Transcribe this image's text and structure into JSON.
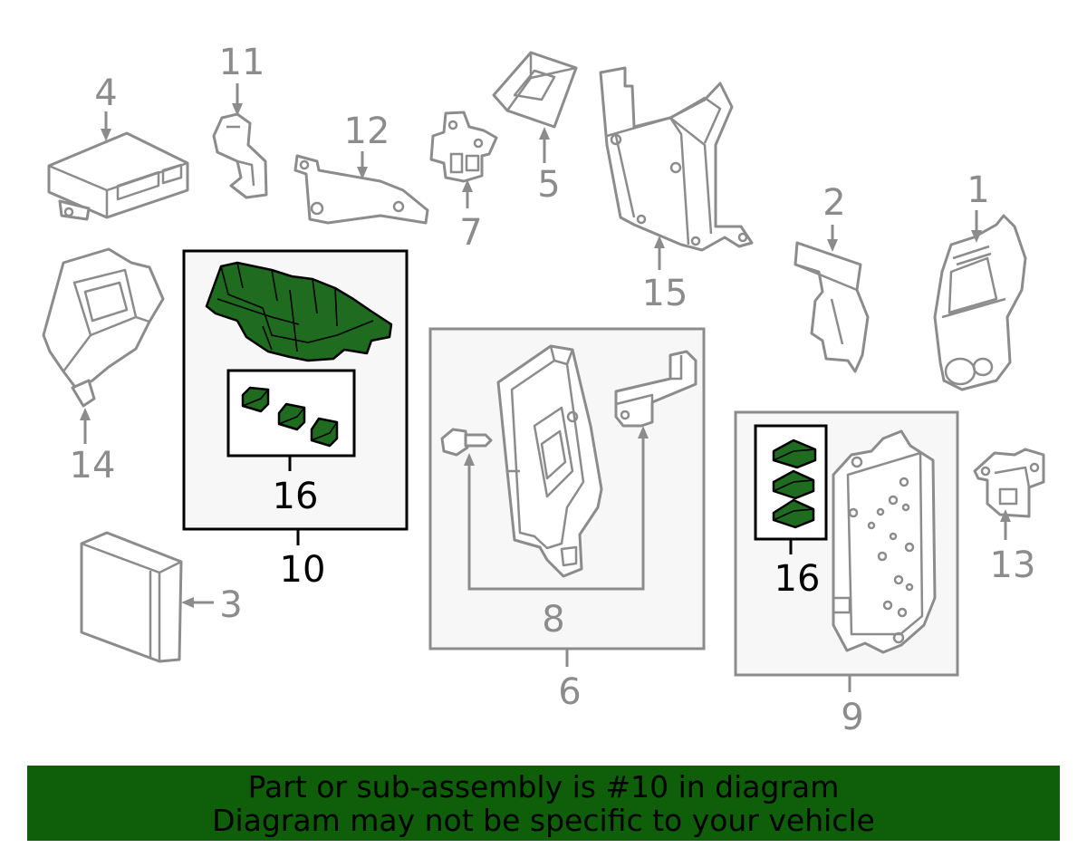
{
  "diagram": {
    "callouts": {
      "c1": "1",
      "c2": "2",
      "c3": "3",
      "c4": "4",
      "c5": "5",
      "c6": "6",
      "c7": "7",
      "c8": "8",
      "c9": "9",
      "c10": "10",
      "c11": "11",
      "c12": "12",
      "c13": "13",
      "c14": "14",
      "c15": "15",
      "c16a": "16",
      "c16b": "16"
    },
    "highlight_color": "#1f6b1f"
  },
  "banner": {
    "line1": "Part or sub-assembly is #10 in diagram",
    "line2": "Diagram may not be specific to your vehicle",
    "background": "#0f5e0a"
  }
}
